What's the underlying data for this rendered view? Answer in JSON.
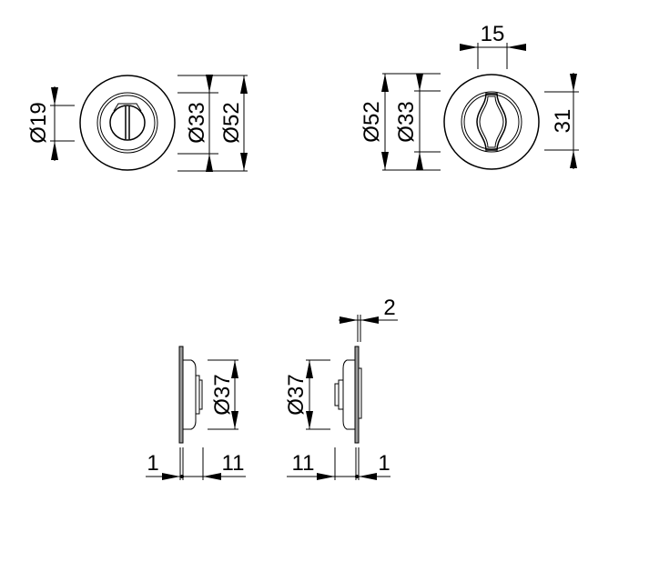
{
  "front_view": {
    "dim_knob": "Ø19",
    "dim_inner": "Ø33",
    "dim_outer": "Ø52"
  },
  "back_view": {
    "dim_outer": "Ø52",
    "dim_inner": "Ø33",
    "dim_slot_width": "15",
    "dim_slot_height": "31"
  },
  "side_view_left": {
    "dim_body": "Ø37",
    "dim_plate": "1",
    "dim_depth": "11"
  },
  "side_view_right": {
    "dim_body": "Ø37",
    "dim_plate": "1",
    "dim_depth": "11",
    "dim_thickness": "2"
  }
}
